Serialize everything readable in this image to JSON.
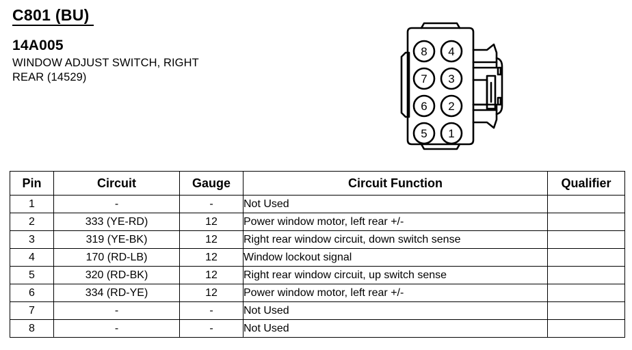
{
  "header": {
    "connector_id": "C801 (BU)",
    "part_number": "14A005",
    "description_line1": "WINDOW ADJUST SWITCH, RIGHT",
    "description_line2": "REAR (14529)"
  },
  "connector_diagram": {
    "name": "8-way-connector-face-view",
    "pins": [
      {
        "number": "8",
        "col": "left",
        "row": 1
      },
      {
        "number": "4",
        "col": "right",
        "row": 1
      },
      {
        "number": "7",
        "col": "left",
        "row": 2
      },
      {
        "number": "3",
        "col": "right",
        "row": 2
      },
      {
        "number": "6",
        "col": "left",
        "row": 3
      },
      {
        "number": "2",
        "col": "right",
        "row": 3
      },
      {
        "number": "5",
        "col": "left",
        "row": 4
      },
      {
        "number": "1",
        "col": "right",
        "row": 4
      }
    ]
  },
  "table": {
    "columns": [
      "Pin",
      "Circuit",
      "Gauge",
      "Circuit Function",
      "Qualifier"
    ],
    "rows": [
      {
        "pin": "1",
        "circuit": "-",
        "gauge": "-",
        "function": "Not Used",
        "qualifier": ""
      },
      {
        "pin": "2",
        "circuit": "333 (YE-RD)",
        "gauge": "12",
        "function": "Power window motor, left rear +/-",
        "qualifier": ""
      },
      {
        "pin": "3",
        "circuit": "319 (YE-BK)",
        "gauge": "12",
        "function": "Right rear window circuit, down switch sense",
        "qualifier": ""
      },
      {
        "pin": "4",
        "circuit": "170 (RD-LB)",
        "gauge": "12",
        "function": "Window lockout signal",
        "qualifier": ""
      },
      {
        "pin": "5",
        "circuit": "320 (RD-BK)",
        "gauge": "12",
        "function": "Right rear window circuit, up switch sense",
        "qualifier": ""
      },
      {
        "pin": "6",
        "circuit": "334 (RD-YE)",
        "gauge": "12",
        "function": "Power window motor, left rear +/-",
        "qualifier": ""
      },
      {
        "pin": "7",
        "circuit": "-",
        "gauge": "-",
        "function": "Not Used",
        "qualifier": ""
      },
      {
        "pin": "8",
        "circuit": "-",
        "gauge": "-",
        "function": "Not Used",
        "qualifier": ""
      }
    ]
  },
  "colors": {
    "ink": "#000000",
    "page": "#ffffff"
  }
}
